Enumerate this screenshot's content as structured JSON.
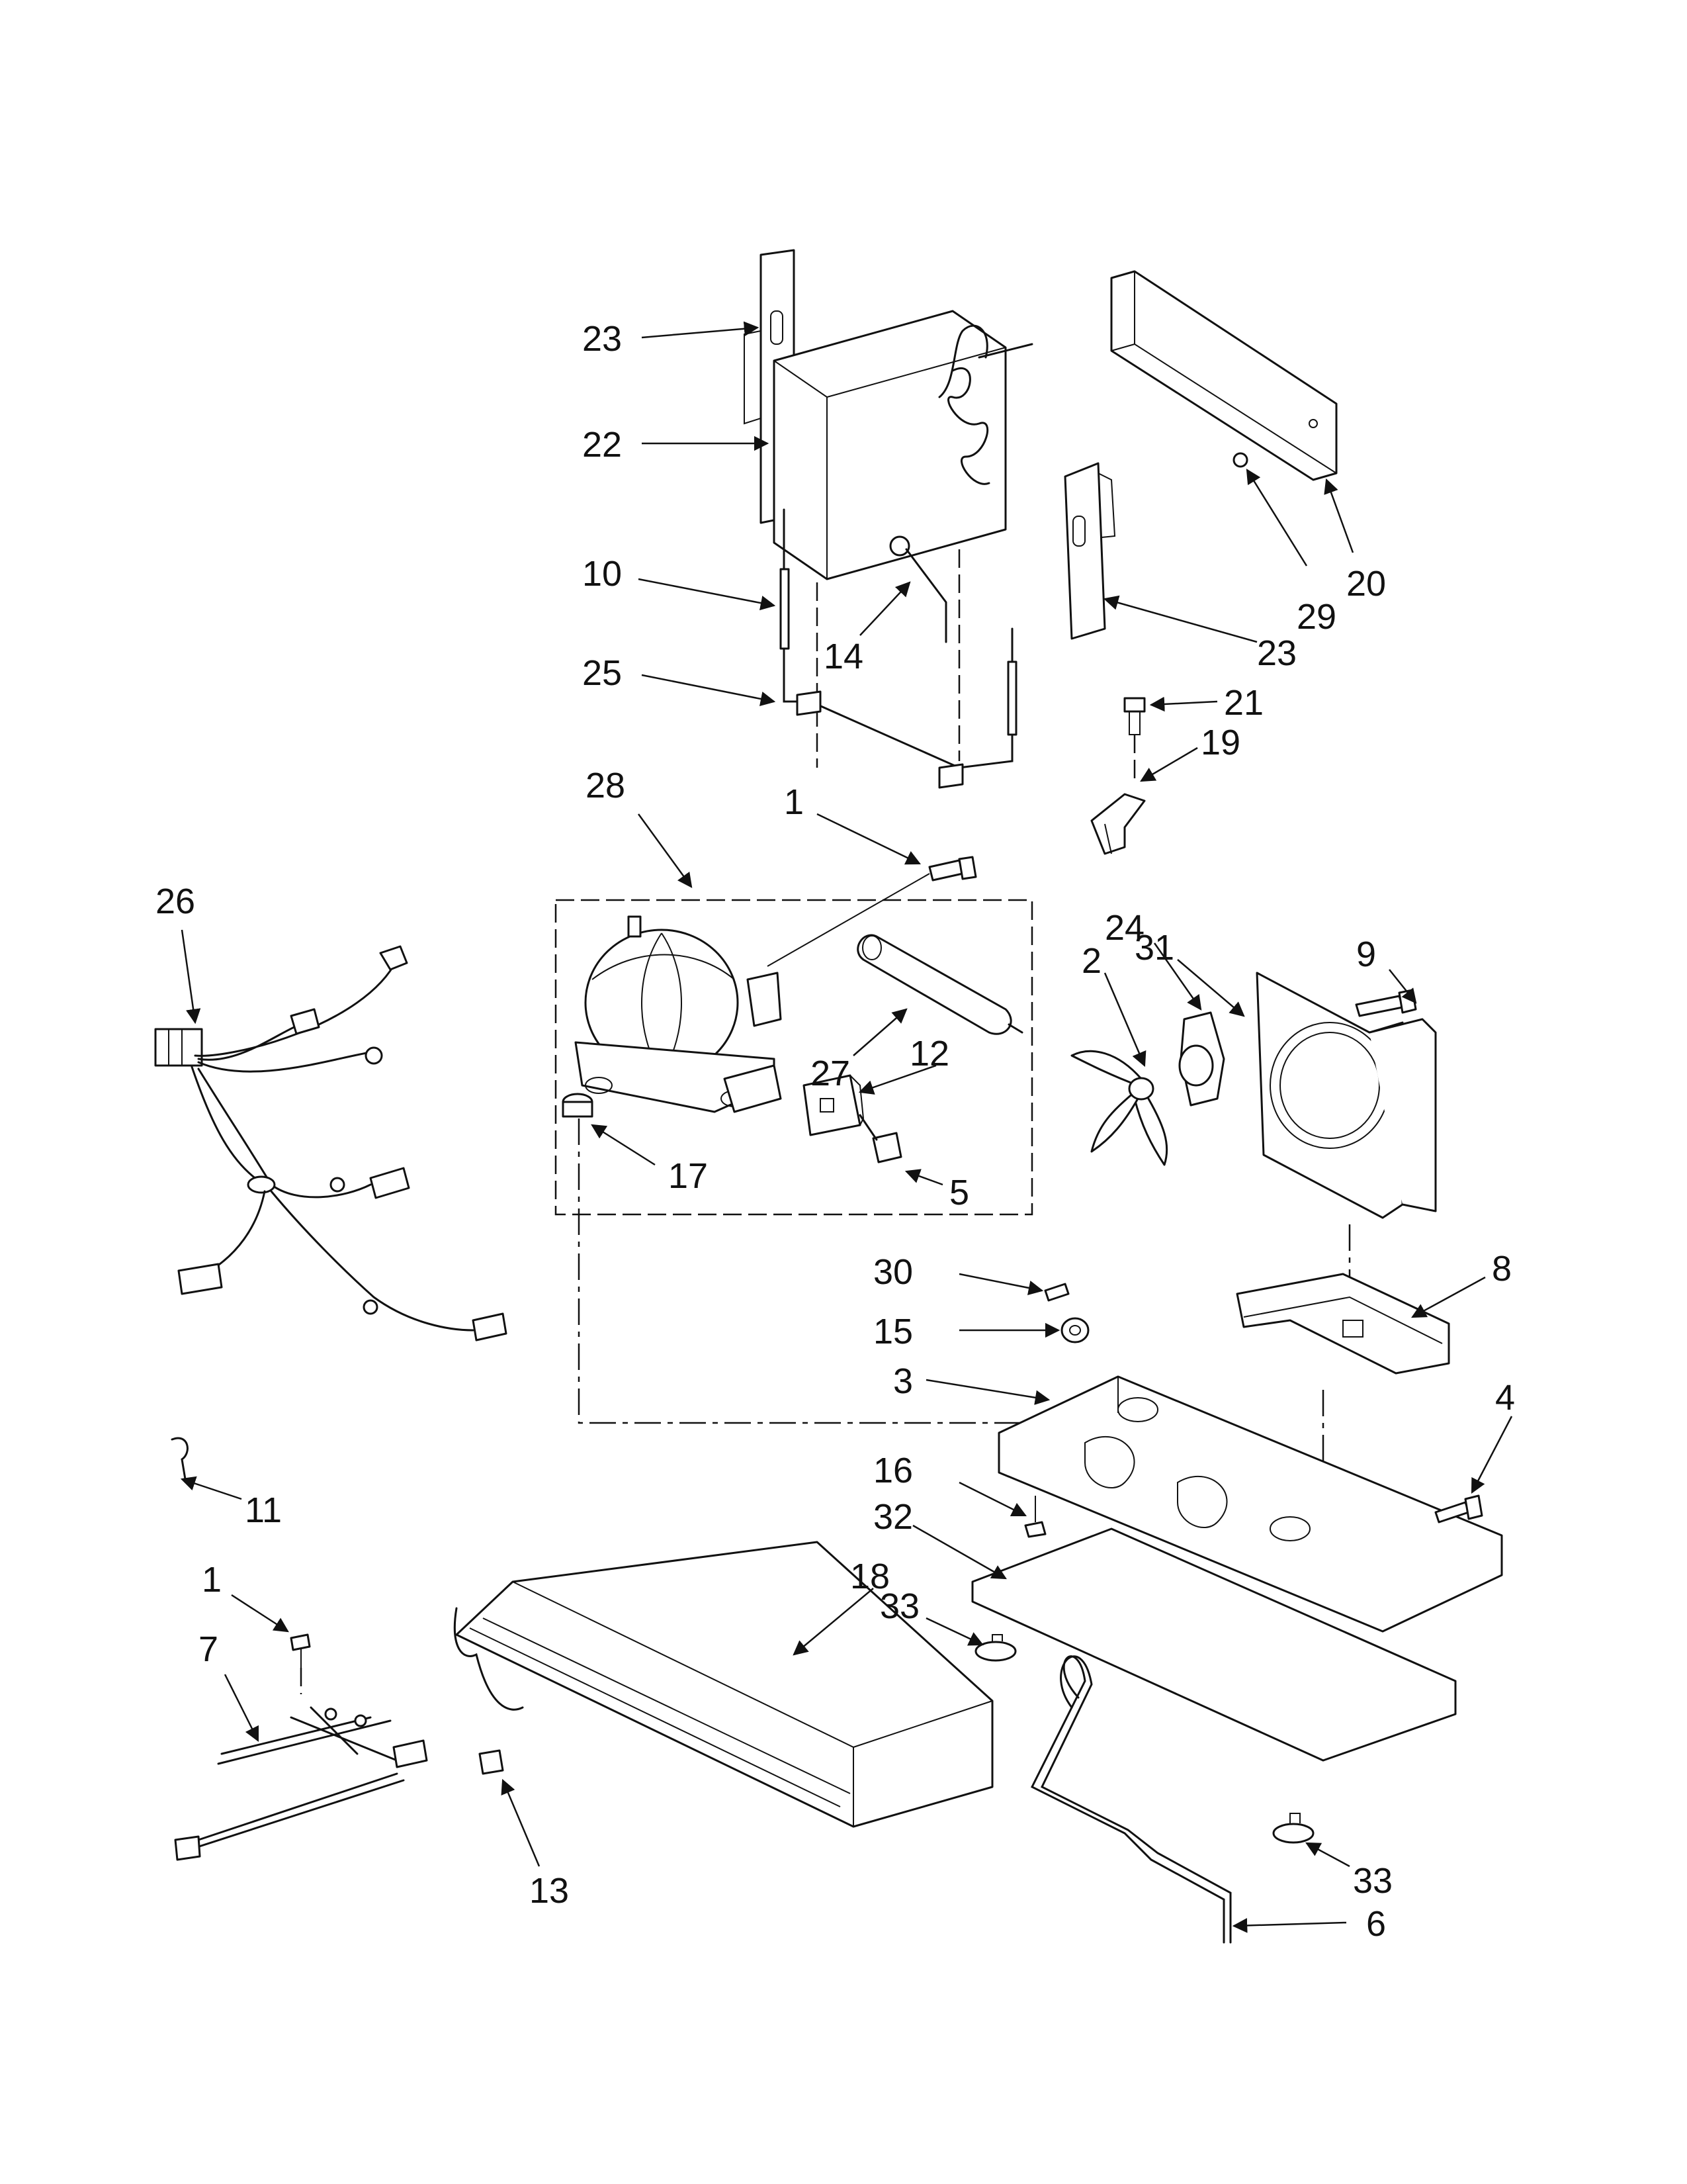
{
  "callouts": [
    {
      "id": "c-23a",
      "label": "23"
    },
    {
      "id": "c-22",
      "label": "22"
    },
    {
      "id": "c-10",
      "label": "10"
    },
    {
      "id": "c-14",
      "label": "14"
    },
    {
      "id": "c-25",
      "label": "25"
    },
    {
      "id": "c-23b",
      "label": "23"
    },
    {
      "id": "c-20",
      "label": "20"
    },
    {
      "id": "c-29",
      "label": "29"
    },
    {
      "id": "c-21",
      "label": "21"
    },
    {
      "id": "c-19",
      "label": "19"
    },
    {
      "id": "c-28",
      "label": "28"
    },
    {
      "id": "c-1a",
      "label": "1"
    },
    {
      "id": "c-26",
      "label": "26"
    },
    {
      "id": "c-27",
      "label": "27"
    },
    {
      "id": "c-12",
      "label": "12"
    },
    {
      "id": "c-17",
      "label": "17"
    },
    {
      "id": "c-5",
      "label": "5"
    },
    {
      "id": "c-31",
      "label": "31"
    },
    {
      "id": "c-9",
      "label": "9"
    },
    {
      "id": "c-24",
      "label": "24"
    },
    {
      "id": "c-2",
      "label": "2"
    },
    {
      "id": "c-30",
      "label": "30"
    },
    {
      "id": "c-8",
      "label": "8"
    },
    {
      "id": "c-15",
      "label": "15"
    },
    {
      "id": "c-3",
      "label": "3"
    },
    {
      "id": "c-4",
      "label": "4"
    },
    {
      "id": "c-11",
      "label": "11"
    },
    {
      "id": "c-16",
      "label": "16"
    },
    {
      "id": "c-32",
      "label": "32"
    },
    {
      "id": "c-18",
      "label": "18"
    },
    {
      "id": "c-1b",
      "label": "1"
    },
    {
      "id": "c-33a",
      "label": "33"
    },
    {
      "id": "c-7",
      "label": "7"
    },
    {
      "id": "c-13",
      "label": "13"
    },
    {
      "id": "c-33b",
      "label": "33"
    },
    {
      "id": "c-6",
      "label": "6"
    }
  ]
}
